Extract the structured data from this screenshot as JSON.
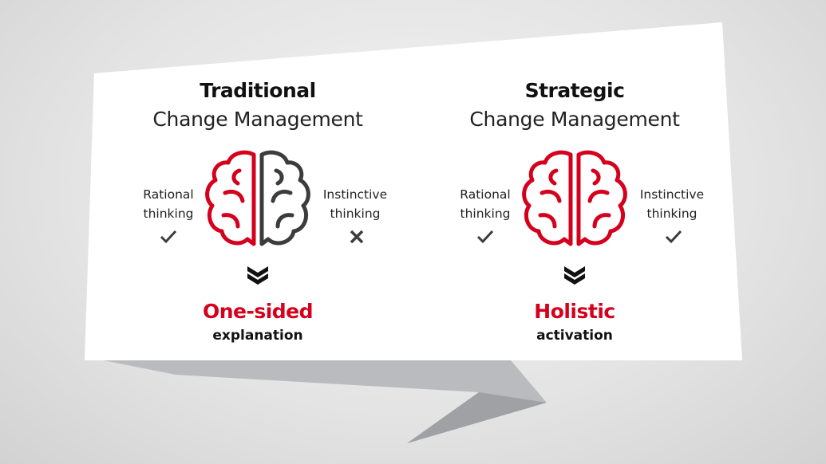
{
  "colors": {
    "accent": "#d5001c",
    "dark": "#3c3c3c",
    "bubble": "#ffffff",
    "shadow": "#b9bbbe"
  },
  "panels": [
    {
      "title_bold": "Traditional",
      "title_light": "Change Management",
      "left_label_1": "Rational",
      "left_label_2": "thinking",
      "right_label_1": "Instinctive",
      "right_label_2": "thinking",
      "left_mark": "check-icon",
      "right_mark": "cross-icon",
      "brain_left_color": "#d5001c",
      "brain_right_color": "#3c3c3c",
      "result": "One-sided",
      "result_sub": "explanation"
    },
    {
      "title_bold": "Strategic",
      "title_light": "Change Management",
      "left_label_1": "Rational",
      "left_label_2": "thinking",
      "right_label_1": "Instinctive",
      "right_label_2": "thinking",
      "left_mark": "check-icon",
      "right_mark": "check-icon",
      "brain_left_color": "#d5001c",
      "brain_right_color": "#d5001c",
      "result": "Holistic",
      "result_sub": "activation"
    }
  ]
}
